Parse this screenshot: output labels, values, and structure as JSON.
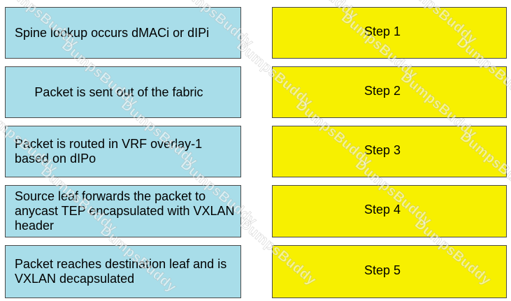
{
  "source_items": [
    {
      "label": "Spine lookup occurs dMACi or dIPi"
    },
    {
      "label": "Packet is sent out of the fabric"
    },
    {
      "label": "Packet is routed in VRF overlay-1 based on dIPo"
    },
    {
      "label": "Source leaf forwards the packet to anycast TEP encapsulated with VXLAN header"
    },
    {
      "label": "Packet reaches destination leaf and is VXLAN decapsulated"
    }
  ],
  "target_items": [
    {
      "label": "Step 1"
    },
    {
      "label": "Step 2"
    },
    {
      "label": "Step 3"
    },
    {
      "label": "Step 4"
    },
    {
      "label": "Step 5"
    }
  ],
  "watermark": {
    "text": "DumpsBuddy"
  },
  "colors": {
    "source_bg": "#a8dde9",
    "target_bg": "#f7f000",
    "border": "#4a4a4a"
  }
}
